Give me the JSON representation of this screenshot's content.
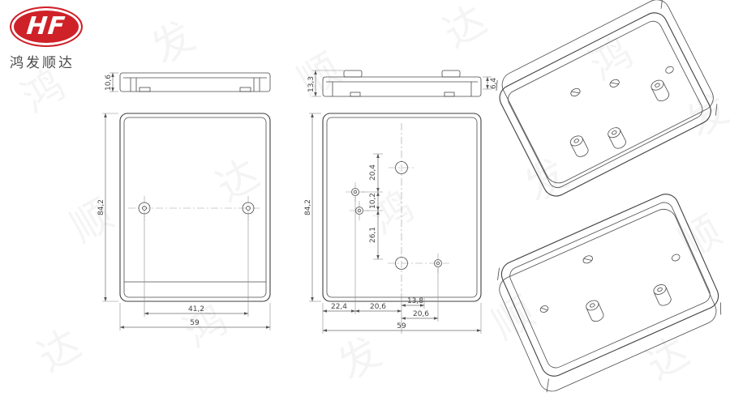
{
  "logo": {
    "hf": "HF",
    "company": "鸿发顺达"
  },
  "watermark": {
    "c1": "鸿",
    "c2": "发",
    "c3": "顺",
    "c4": "达"
  },
  "dims": {
    "left_profile_height": "10,6",
    "left_height": "84,2",
    "left_hole_span": "41,2",
    "left_width": "59",
    "mid_profile_height": "13,3",
    "mid_profile_side": "6,4",
    "mid_height": "84,2",
    "mid_v1": "20,4",
    "mid_v2": "10,2",
    "mid_v3": "26,1",
    "mid_b1": "22,4",
    "mid_b2": "20,6",
    "mid_b3": "13,8",
    "mid_b4": "20,6",
    "mid_width": "59"
  }
}
